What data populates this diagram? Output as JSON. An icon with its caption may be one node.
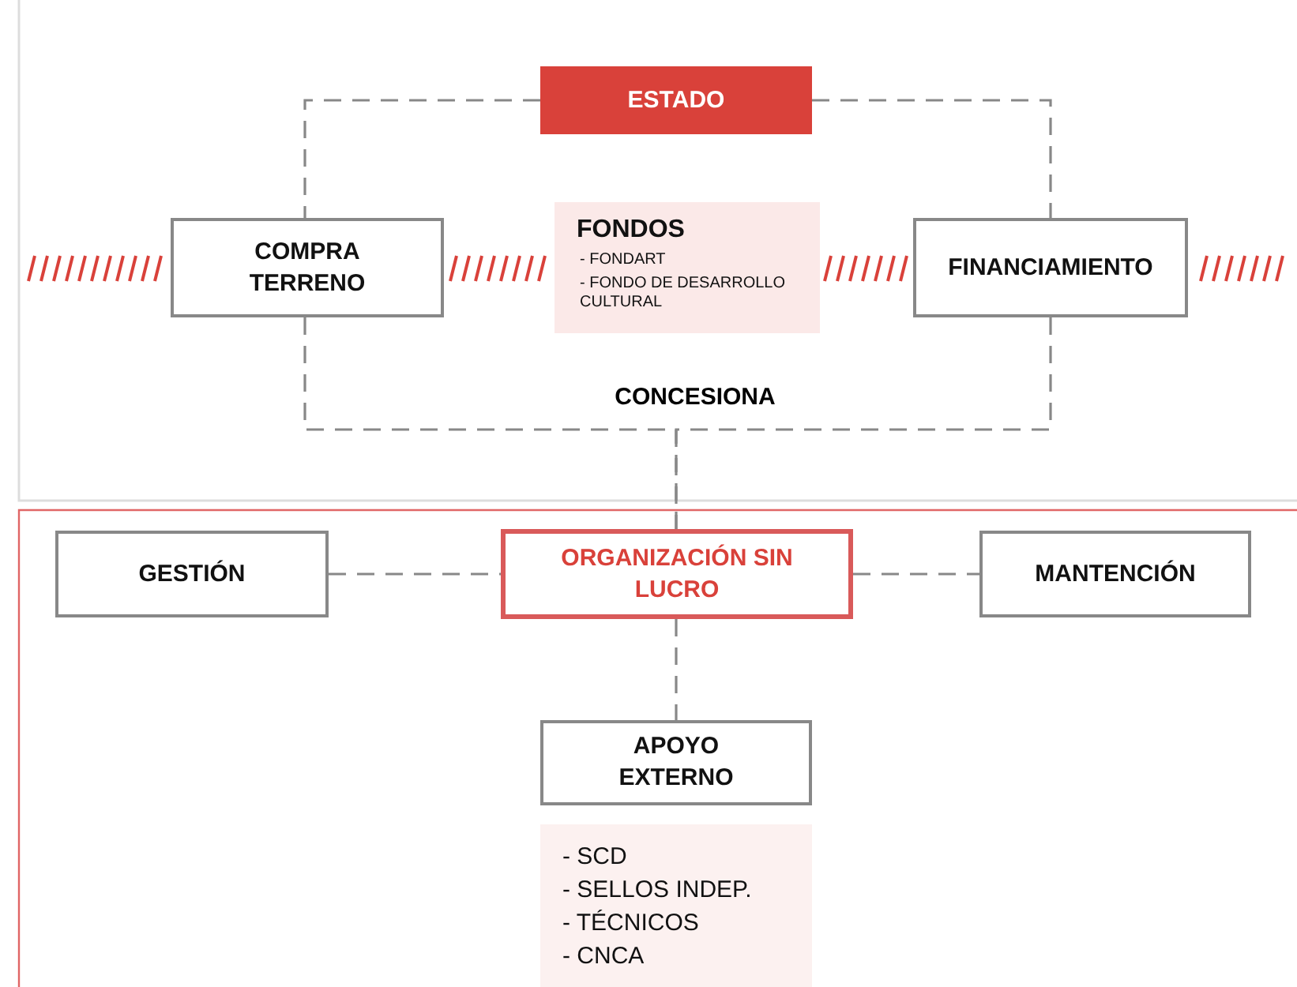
{
  "diagram": {
    "nodes": [
      {
        "text": [
          "ESTADO"
        ]
      },
      {
        "text": [
          "COMPRA TERRENO"
        ]
      },
      {
        "text": [
          "FONDOS",
          "- FONDART",
          "- FONDO DE DESARROLLO CULTURAL"
        ]
      },
      {
        "text": [
          "FINANCIAMIENTO"
        ]
      },
      {
        "text": [
          "GESTIÓN"
        ]
      },
      {
        "text": [
          "ORGANIZACIÓN SIN LUCRO"
        ]
      },
      {
        "text": [
          "MANTENCIÓN"
        ]
      },
      {
        "text": [
          "APOYO EXTERNO"
        ]
      },
      {
        "text": [
          "- SCD",
          "- SELLOS INDEP.",
          "- TÉCNICOS",
          "- CNCA"
        ]
      }
    ],
    "edges": [
      {
        "from": 0,
        "to": 1,
        "arrow": "none",
        "style": "dashed"
      },
      {
        "from": 0,
        "to": 3,
        "arrow": "none",
        "style": "dashed"
      },
      {
        "from": 1,
        "to": 5,
        "arrow": "none",
        "style": "dashed"
      },
      {
        "from": 3,
        "to": 5,
        "arrow": "none",
        "style": "dashed"
      },
      {
        "from": 4,
        "to": 5,
        "arrow": "none",
        "style": "dashed"
      },
      {
        "from": 5,
        "to": 6,
        "arrow": "none",
        "style": "dashed"
      },
      {
        "from": 5,
        "to": 7,
        "arrow": "none",
        "style": "dashed"
      }
    ],
    "labels": [
      "CONCESIONA"
    ]
  }
}
